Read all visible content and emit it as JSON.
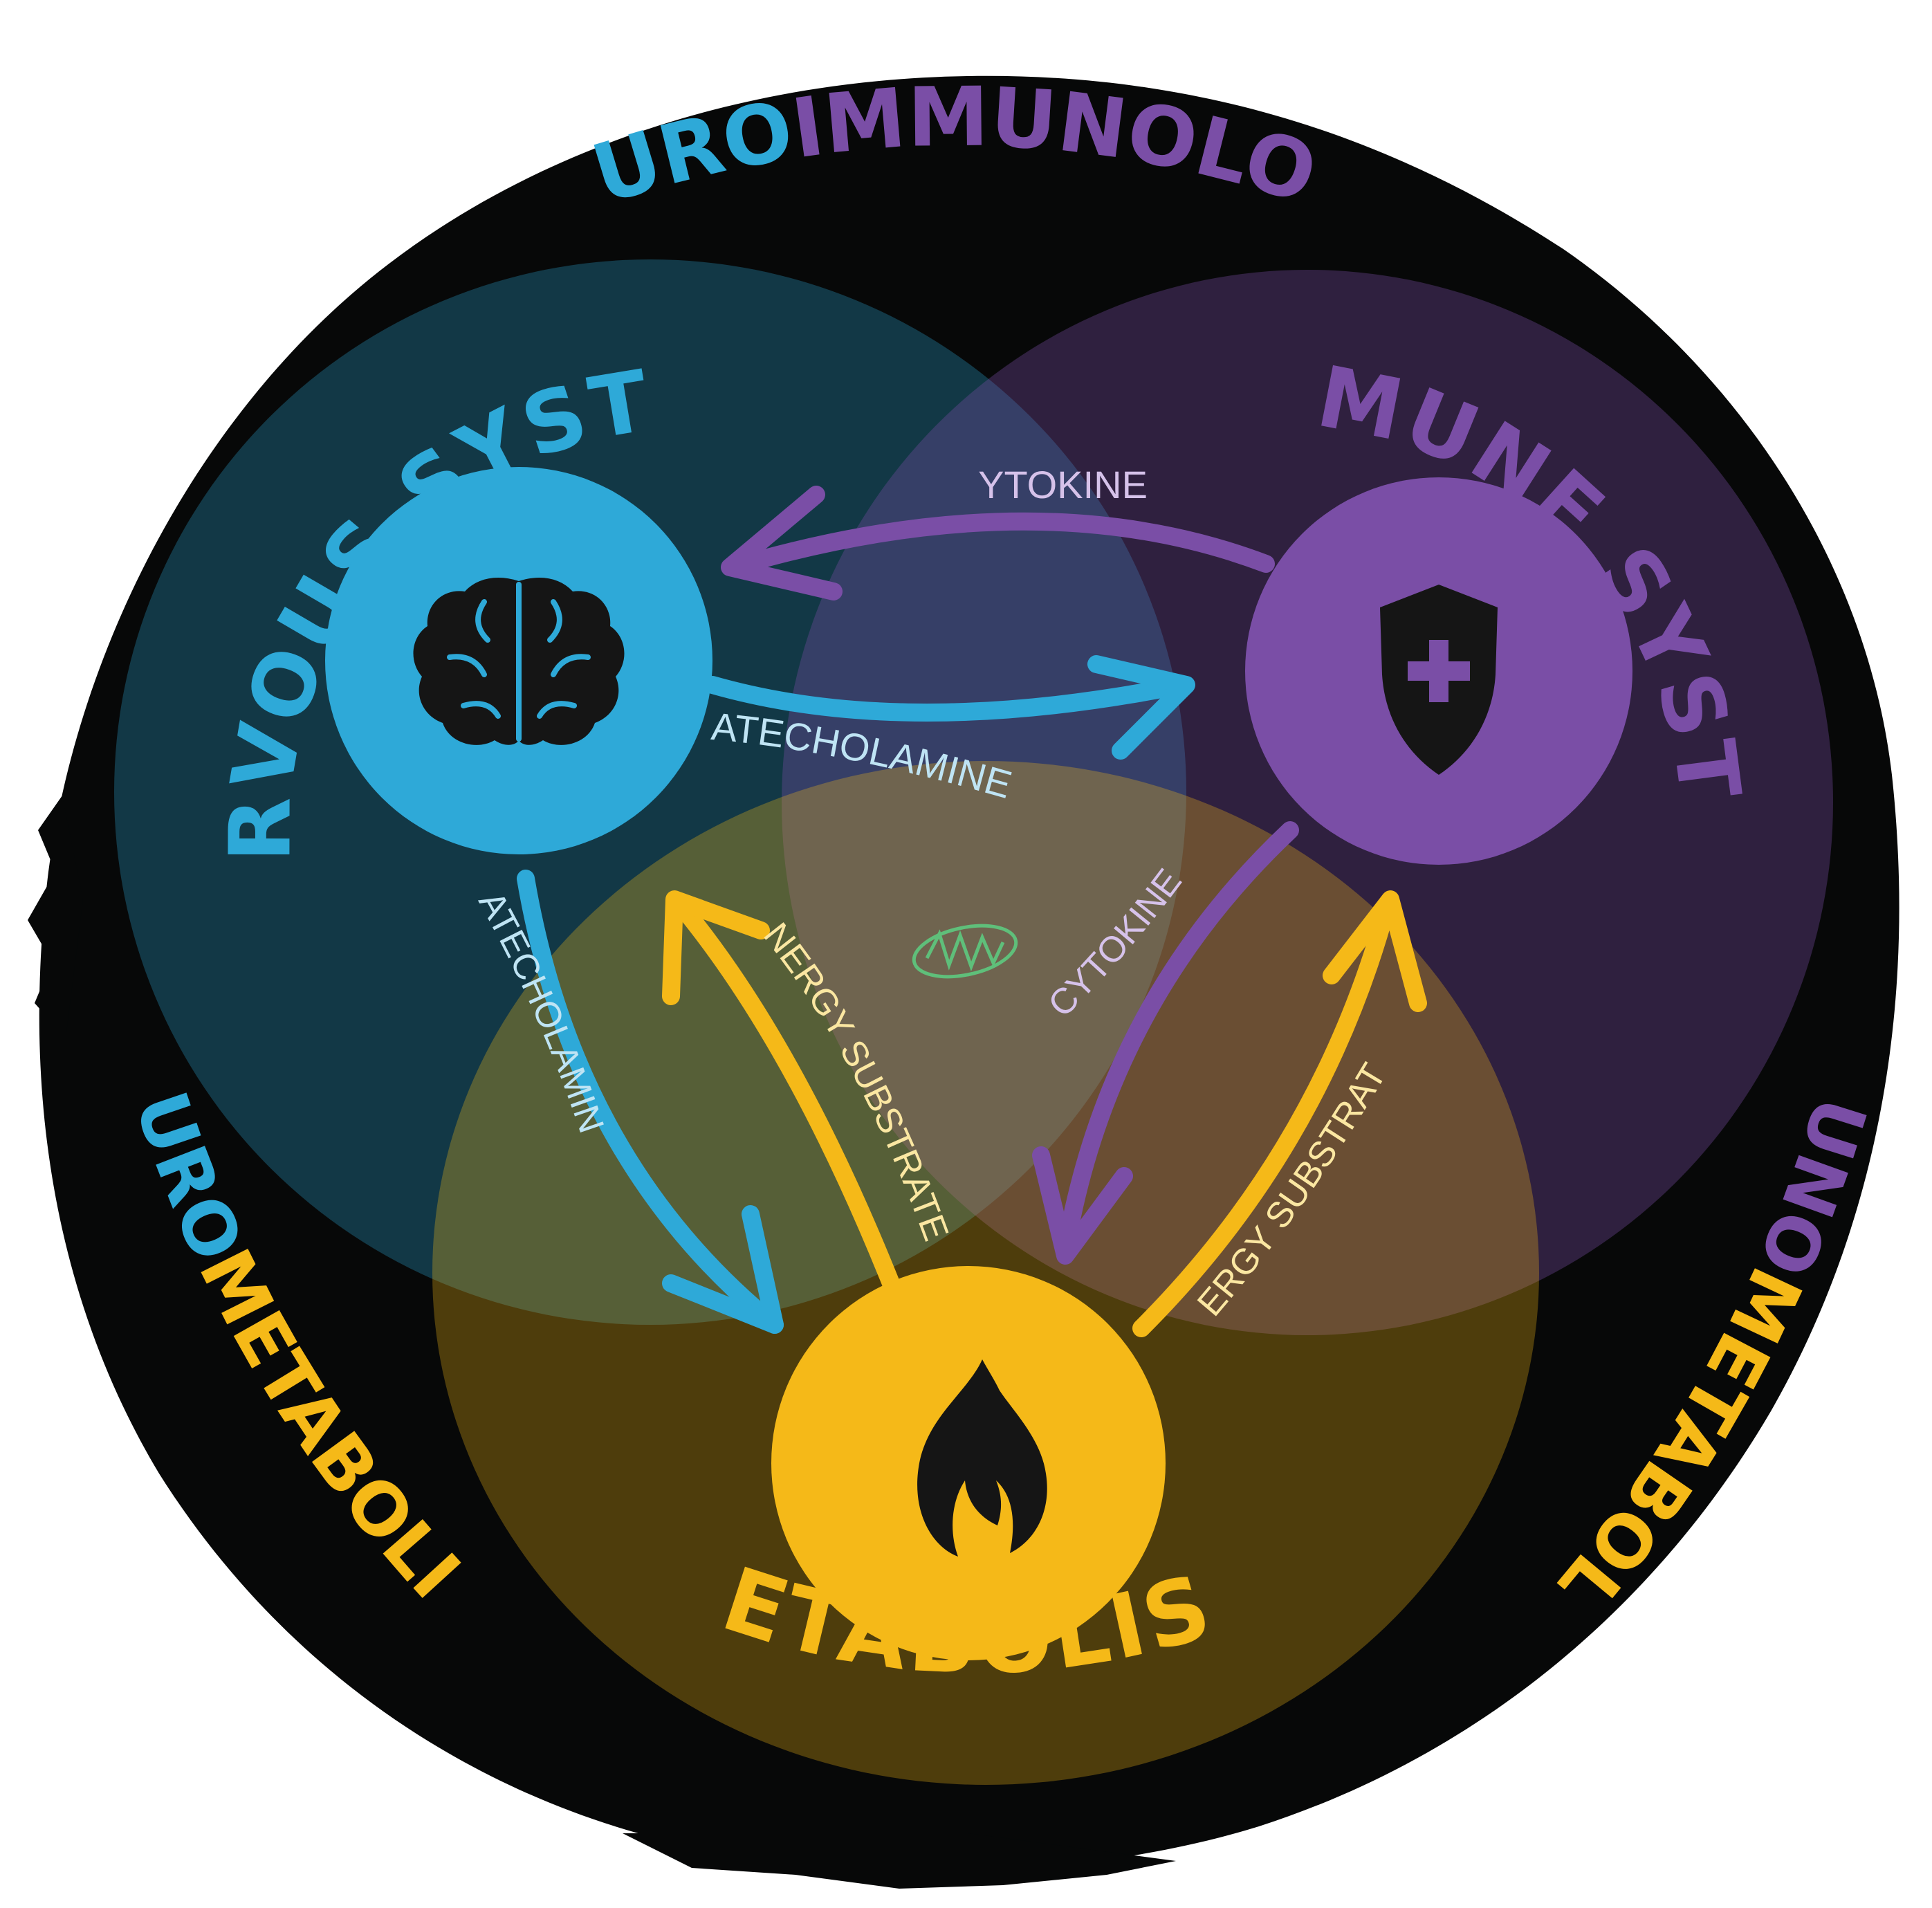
{
  "title": {
    "part1": "NEURO",
    "part2": "IMMUNOLOGY"
  },
  "left_field": {
    "part1": "NEURO",
    "part2": "METABOLISM"
  },
  "right_field": {
    "part1": "IMMUNO",
    "part2": "METABOLISM"
  },
  "systems": {
    "nervous": "NERVOUS SYSTEM",
    "immune": "IMMUNE SYSTEM",
    "metabolism": "METABOLISM"
  },
  "arrows": {
    "cytokines_top": "CYTOKINES",
    "catecholamines_mid": "CATECHOLAMINES",
    "catecholamins_left": "CATECHOLAMINS",
    "energy_left": "ENERGY SUBSTRATES",
    "cytokines_right": "CYTOKINES",
    "energy_right": "ENERGY SUBSTRATES"
  },
  "colors": {
    "background": "#070808",
    "nervous": "#2ea9d8",
    "immune": "#7a4ea6",
    "metabolism": "#f5b918",
    "arrow_text_blue": "#bfe4f4",
    "arrow_text_purple": "#d6c2ea",
    "arrow_text_yellow": "#fbe7a2",
    "center_mark": "#5fbf7a",
    "icon": "#151515"
  },
  "icons": {
    "nervous": "brain-icon",
    "immune": "shield-plus-icon",
    "metabolism": "flame-icon",
    "center": "mitochondrion-icon"
  }
}
